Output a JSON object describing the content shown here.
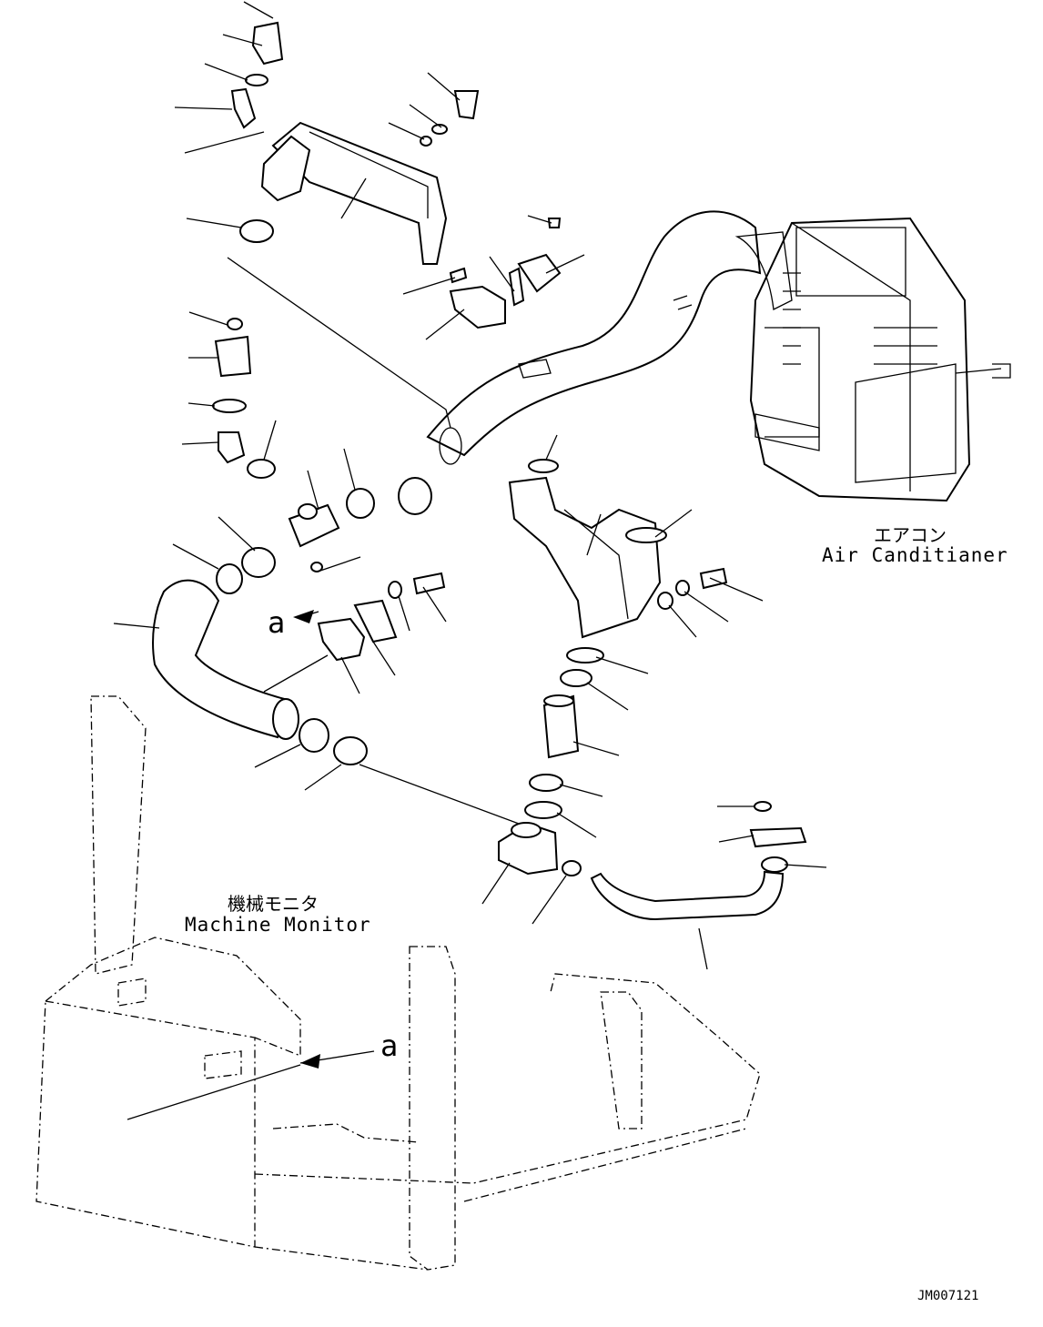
{
  "labels": {
    "air_conditioner_jp": "エアコン",
    "air_conditioner_en": "Air Canditianer",
    "machine_monitor_jp": "機械モニタ",
    "machine_monitor_en": "Machine Monitor",
    "ref_a_upper": "a",
    "ref_a_lower": "a",
    "drawing_id": "JM007121"
  }
}
